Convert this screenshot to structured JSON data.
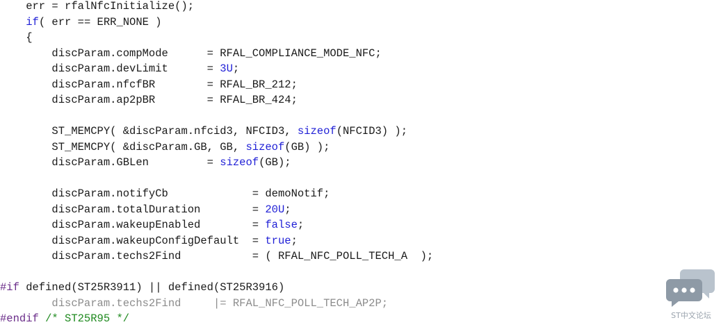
{
  "code": {
    "lines": [
      {
        "segments": [
          {
            "t": "    err = rfalNfcInitialize();",
            "c": ""
          }
        ]
      },
      {
        "segments": [
          {
            "t": "    ",
            "c": ""
          },
          {
            "t": "if",
            "c": "kw"
          },
          {
            "t": "( err == ERR_NONE )",
            "c": ""
          }
        ]
      },
      {
        "segments": [
          {
            "t": "    {",
            "c": ""
          }
        ]
      },
      {
        "segments": [
          {
            "t": "        discParam.compMode      = RFAL_COMPLIANCE_MODE_NFC;",
            "c": ""
          }
        ]
      },
      {
        "segments": [
          {
            "t": "        discParam.devLimit      = ",
            "c": ""
          },
          {
            "t": "3U",
            "c": "num"
          },
          {
            "t": ";",
            "c": ""
          }
        ]
      },
      {
        "segments": [
          {
            "t": "        discParam.nfcfBR        = RFAL_BR_212;",
            "c": ""
          }
        ]
      },
      {
        "segments": [
          {
            "t": "        discParam.ap2pBR        = RFAL_BR_424;",
            "c": ""
          }
        ]
      },
      {
        "segments": [
          {
            "t": "",
            "c": ""
          }
        ]
      },
      {
        "segments": [
          {
            "t": "        ST_MEMCPY( &discParam.nfcid3, NFCID3, ",
            "c": ""
          },
          {
            "t": "sizeof",
            "c": "kw"
          },
          {
            "t": "(NFCID3) );",
            "c": ""
          }
        ]
      },
      {
        "segments": [
          {
            "t": "        ST_MEMCPY( &discParam.GB, GB, ",
            "c": ""
          },
          {
            "t": "sizeof",
            "c": "kw"
          },
          {
            "t": "(GB) );",
            "c": ""
          }
        ]
      },
      {
        "segments": [
          {
            "t": "        discParam.GBLen         = ",
            "c": ""
          },
          {
            "t": "sizeof",
            "c": "kw"
          },
          {
            "t": "(GB);",
            "c": ""
          }
        ]
      },
      {
        "segments": [
          {
            "t": "",
            "c": ""
          }
        ]
      },
      {
        "segments": [
          {
            "t": "        discParam.notifyCb             = demoNotif;",
            "c": ""
          }
        ]
      },
      {
        "segments": [
          {
            "t": "        discParam.totalDuration        = ",
            "c": ""
          },
          {
            "t": "20U",
            "c": "num"
          },
          {
            "t": ";",
            "c": ""
          }
        ]
      },
      {
        "segments": [
          {
            "t": "        discParam.wakeupEnabled        = ",
            "c": ""
          },
          {
            "t": "false",
            "c": "kw"
          },
          {
            "t": ";",
            "c": ""
          }
        ]
      },
      {
        "segments": [
          {
            "t": "        discParam.wakeupConfigDefault  = ",
            "c": ""
          },
          {
            "t": "true",
            "c": "kw"
          },
          {
            "t": ";",
            "c": ""
          }
        ]
      },
      {
        "segments": [
          {
            "t": "        discParam.techs2Find           = ( RFAL_NFC_POLL_TECH_A  );",
            "c": ""
          }
        ]
      },
      {
        "segments": [
          {
            "t": "",
            "c": ""
          }
        ]
      },
      {
        "segments": [
          {
            "t": "#if",
            "c": "pre"
          },
          {
            "t": " defined(ST25R3911) || defined(ST25R3916)",
            "c": ""
          }
        ]
      },
      {
        "segments": [
          {
            "t": "        discParam.techs2Find     |= RFAL_NFC_POLL_TECH_AP2P;",
            "c": "dim"
          }
        ]
      },
      {
        "segments": [
          {
            "t": "#endif",
            "c": "pre"
          },
          {
            "t": " ",
            "c": ""
          },
          {
            "t": "/* ST25R95 */",
            "c": "cmt"
          }
        ]
      }
    ]
  },
  "watermark": {
    "icon": "chat-bubbles-icon",
    "text": "ST中文论坛"
  },
  "colors": {
    "keyword": "#1f1fd6",
    "preprocessor": "#6b2e8a",
    "comment": "#1f8a1f",
    "inactive": "#8c8c8c",
    "text": "#1a1a1a"
  }
}
